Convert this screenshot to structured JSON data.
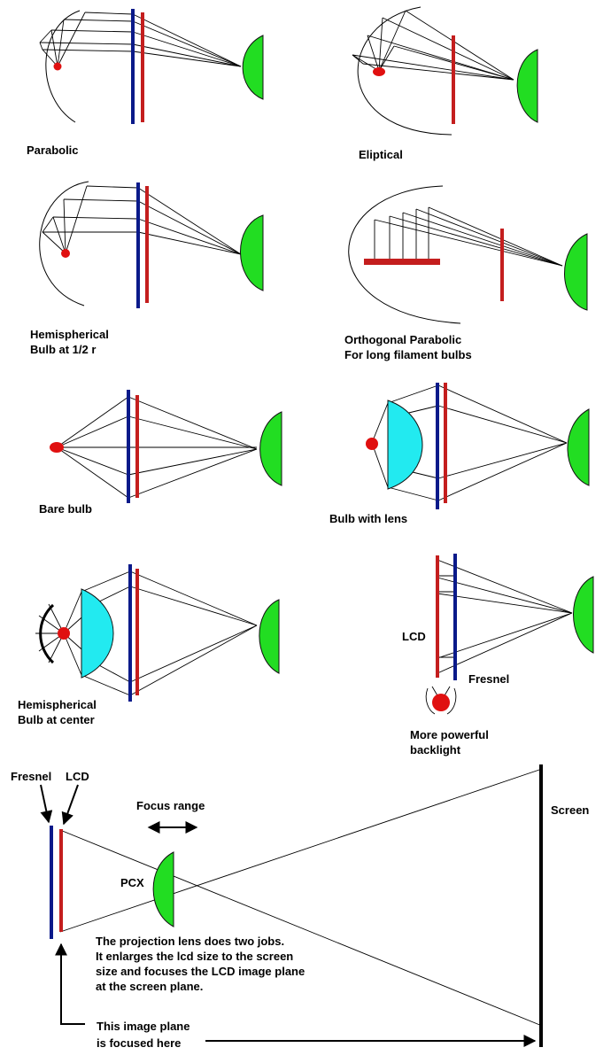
{
  "colors": {
    "fresnel": "#0a1a8a",
    "lcd": "#c41e1e",
    "bulb": "#e01010",
    "pcx_lens": "#22dd22",
    "condenser_lens": "#22eaf0",
    "ray": "#111111",
    "screen": "#000000"
  },
  "configs": {
    "parabolic": "Parabolic",
    "eliptical": "Eliptical",
    "hemispherical_half_r": [
      "Hemispherical",
      "Bulb  at 1/2 r"
    ],
    "orthogonal_parabolic": [
      "Orthogonal Parabolic",
      "For long filament bulbs"
    ],
    "bare_bulb": "Bare bulb",
    "bulb_with_lens": "Bulb with lens",
    "hemispherical_center": [
      "Hemispherical",
      "Bulb  at  center"
    ],
    "backlight": {
      "lcd": "LCD",
      "fresnel": "Fresnel",
      "caption": [
        "More powerful",
        "backlight"
      ]
    }
  },
  "projection": {
    "fresnel": "Fresnel",
    "lcd": "LCD",
    "focus_range": "Focus range",
    "pcx": "PCX",
    "screen": "Screen",
    "note": [
      "The projection lens does two jobs.",
      "It enlarges the lcd size to the screen",
      "size and focuses the LCD image plane",
      "at the screen plane."
    ],
    "image_plane": [
      "This image plane",
      "is focused here"
    ]
  }
}
